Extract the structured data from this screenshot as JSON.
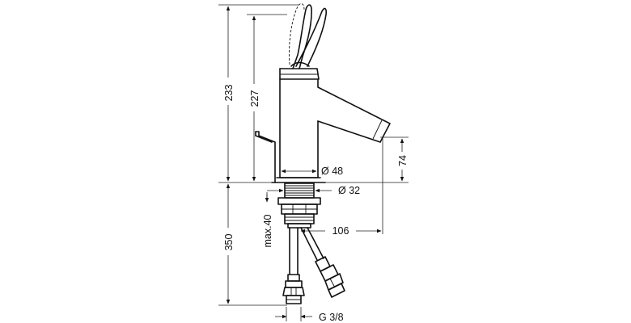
{
  "dimensions": {
    "total_height_upper": "233",
    "spout_height": "227",
    "spout_to_deck": "74",
    "body_diameter": "Ø 48",
    "shank_diameter": "Ø 32",
    "spout_reach": "106",
    "below_deck_length": "350",
    "max_deck_thickness": "max.40",
    "connection_thread": "G 3/8"
  }
}
